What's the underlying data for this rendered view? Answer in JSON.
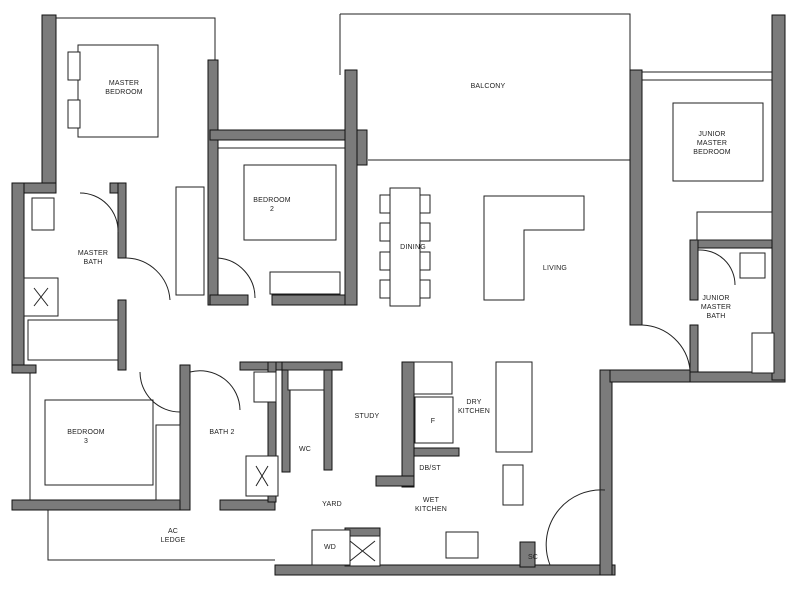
{
  "rooms": {
    "master_bedroom": [
      "MASTER",
      "BEDROOM"
    ],
    "balcony": "BALCONY",
    "bedroom2": [
      "BEDROOM",
      "2"
    ],
    "junior_master_bedroom": [
      "JUNIOR",
      "MASTER",
      "BEDROOM"
    ],
    "master_bath": [
      "MASTER",
      "BATH"
    ],
    "dining": "DINING",
    "living": "LIVING",
    "junior_master_bath": [
      "JUNIOR",
      "MASTER",
      "BATH"
    ],
    "bedroom3": [
      "BEDROOM",
      "3"
    ],
    "bath2": "BATH 2",
    "wc": "WC",
    "study": "STUDY",
    "dry_kitchen": [
      "DRY",
      "KITCHEN"
    ],
    "fridge": "F",
    "db_st": "DB/ST",
    "yard": "YARD",
    "wet_kitchen": [
      "WET",
      "KITCHEN"
    ],
    "ac_ledge": [
      "AC",
      "LEDGE"
    ],
    "wd": "WD",
    "sc": "SC"
  },
  "colors": {
    "wall": "#7b7b7b",
    "line": "#222222"
  }
}
